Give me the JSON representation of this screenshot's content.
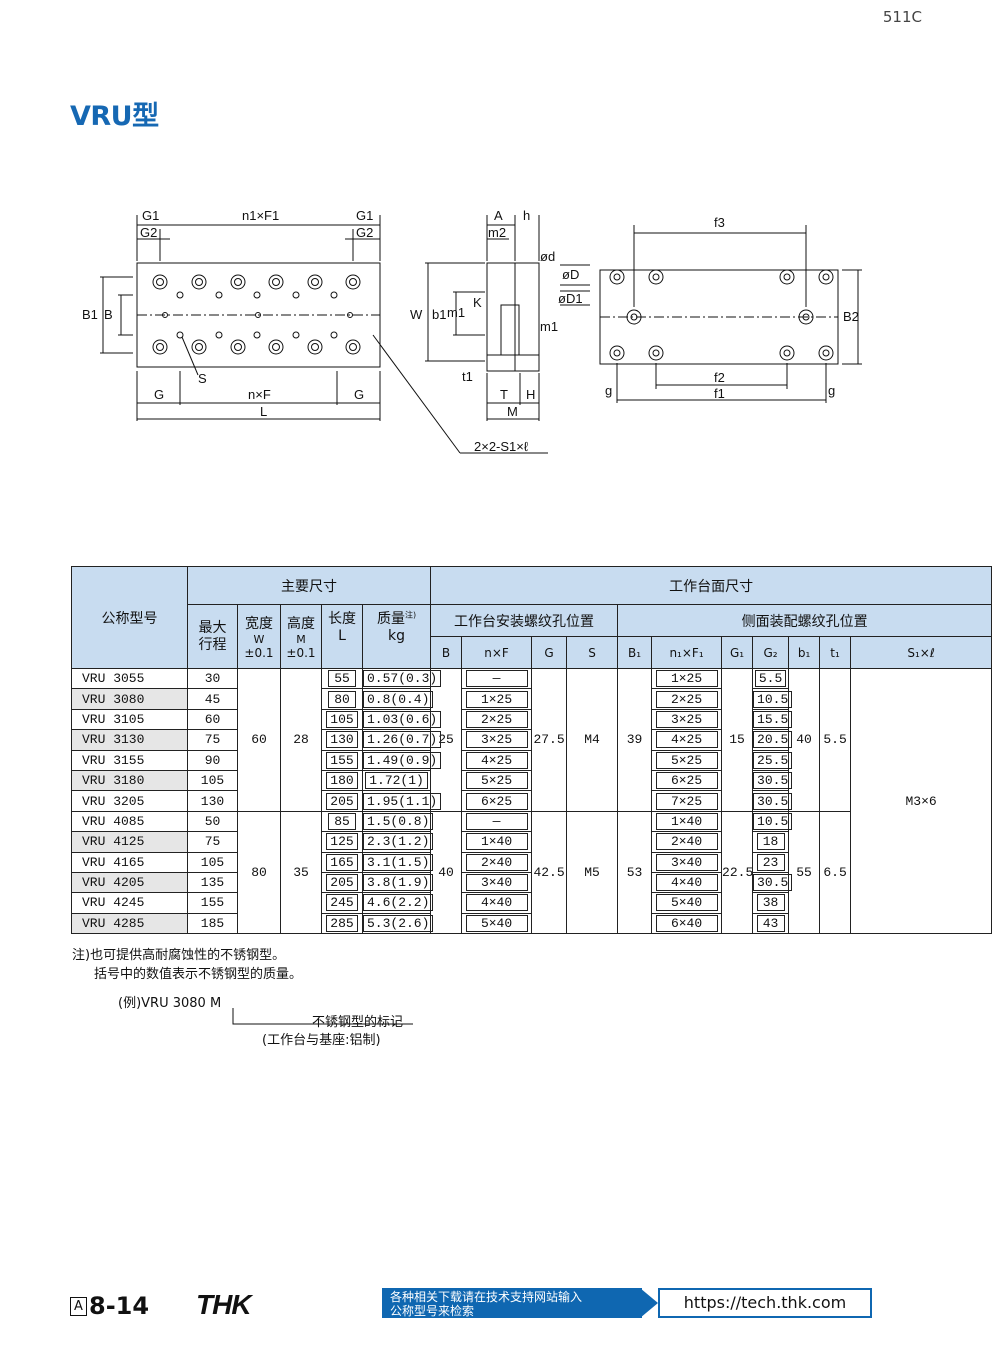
{
  "page_code": "511C",
  "model_title": "VRU型",
  "diagram": {
    "front_labels": {
      "G1": "G1",
      "n1F1": "n1×F1",
      "G2": "G2",
      "B1": "B1",
      "B": "B",
      "S": "S",
      "G": "G",
      "nF": "n×F",
      "L": "L"
    },
    "side_labels": {
      "A": "A",
      "h": "h",
      "m2": "m2",
      "d": "ød",
      "D": "øD",
      "D1": "øD1",
      "W": "W",
      "b1": "b1",
      "m1": "m1",
      "K": "K",
      "t1": "t1",
      "T": "T",
      "H": "H",
      "M": "M"
    },
    "top_labels": {
      "f3": "f3",
      "B2": "B2",
      "f2": "f2",
      "f1": "f1",
      "g": "g"
    },
    "callout": "2×2-S1×ℓ"
  },
  "table": {
    "header": {
      "model": "公称型号",
      "main_dims": "主要尺寸",
      "table_dims": "工作台面尺寸",
      "stroke": "最大行程",
      "width": "宽度",
      "width_sym": "W",
      "width_tol": "±0.1",
      "height": "高度",
      "height_sym": "M",
      "height_tol": "±0.1",
      "length": "长度",
      "length_sym": "L",
      "mass": "质量",
      "mass_note": "注)",
      "mass_unit": "kg",
      "mount_holes": "工作台安装螺纹孔位置",
      "side_holes": "侧面装配螺纹孔位置",
      "cols": [
        "B",
        "n×F",
        "G",
        "S",
        "B₁",
        "n₁×F₁",
        "G₁",
        "G₂",
        "b₁",
        "t₁",
        "S₁×ℓ"
      ]
    },
    "groups": [
      {
        "W": "60",
        "M": "28",
        "B": "25",
        "G": "27.5",
        "S": "M4",
        "B1": "39",
        "G1": "15",
        "b1": "40",
        "t1": "5.5",
        "rows": [
          {
            "model": "VRU 3055",
            "stroke": "30",
            "L": "55",
            "mass": "0.57(0.3)",
            "nF": "—",
            "n1F1": "1×25",
            "G2": "5.5"
          },
          {
            "model": "VRU 3080",
            "stroke": "45",
            "L": "80",
            "mass": "0.8(0.4)",
            "nF": "1×25",
            "n1F1": "2×25",
            "G2": "10.5"
          },
          {
            "model": "VRU 3105",
            "stroke": "60",
            "L": "105",
            "mass": "1.03(0.6)",
            "nF": "2×25",
            "n1F1": "3×25",
            "G2": "15.5"
          },
          {
            "model": "VRU 3130",
            "stroke": "75",
            "L": "130",
            "mass": "1.26(0.7)",
            "nF": "3×25",
            "n1F1": "4×25",
            "G2": "20.5"
          },
          {
            "model": "VRU 3155",
            "stroke": "90",
            "L": "155",
            "mass": "1.49(0.9)",
            "nF": "4×25",
            "n1F1": "5×25",
            "G2": "25.5"
          },
          {
            "model": "VRU 3180",
            "stroke": "105",
            "L": "180",
            "mass": "1.72(1)",
            "nF": "5×25",
            "n1F1": "6×25",
            "G2": "30.5"
          },
          {
            "model": "VRU 3205",
            "stroke": "130",
            "L": "205",
            "mass": "1.95(1.1)",
            "nF": "6×25",
            "n1F1": "7×25",
            "G2": "30.5"
          }
        ]
      },
      {
        "W": "80",
        "M": "35",
        "B": "40",
        "G": "42.5",
        "S": "M5",
        "B1": "53",
        "G1": "22.5",
        "b1": "55",
        "t1": "6.5",
        "rows": [
          {
            "model": "VRU 4085",
            "stroke": "50",
            "L": "85",
            "mass": "1.5(0.8)",
            "nF": "—",
            "n1F1": "1×40",
            "G2": "10.5"
          },
          {
            "model": "VRU 4125",
            "stroke": "75",
            "L": "125",
            "mass": "2.3(1.2)",
            "nF": "1×40",
            "n1F1": "2×40",
            "G2": "18"
          },
          {
            "model": "VRU 4165",
            "stroke": "105",
            "L": "165",
            "mass": "3.1(1.5)",
            "nF": "2×40",
            "n1F1": "3×40",
            "G2": "23"
          },
          {
            "model": "VRU 4205",
            "stroke": "135",
            "L": "205",
            "mass": "3.8(1.9)",
            "nF": "3×40",
            "n1F1": "4×40",
            "G2": "30.5"
          },
          {
            "model": "VRU 4245",
            "stroke": "155",
            "L": "245",
            "mass": "4.6(2.2)",
            "nF": "4×40",
            "n1F1": "5×40",
            "G2": "38"
          },
          {
            "model": "VRU 4285",
            "stroke": "185",
            "L": "285",
            "mass": "5.3(2.6)",
            "nF": "5×40",
            "n1F1": "6×40",
            "G2": "43"
          }
        ]
      }
    ],
    "S1l": "M3×6"
  },
  "notes": {
    "note1": "注)也可提供高耐腐蚀性的不锈钢型。",
    "note2": "括号中的数值表示不锈钢型的质量。",
    "example_prefix": "(例)VRU 3080",
    "example_suffix": "M",
    "example_desc1": "不锈钢型的标记",
    "example_desc2": "(工作台与基座:铝制)"
  },
  "footer": {
    "section": "A",
    "page": "8-14",
    "brand": "THK",
    "banner_line1": "各种相关下载请在技术支持网站输入",
    "banner_line2": "公称型号来检索",
    "url": "https://tech.thk.com"
  },
  "colors": {
    "accent": "#1668b3",
    "header_bg": "#c8dcf0",
    "banner": "#0f67b1"
  }
}
